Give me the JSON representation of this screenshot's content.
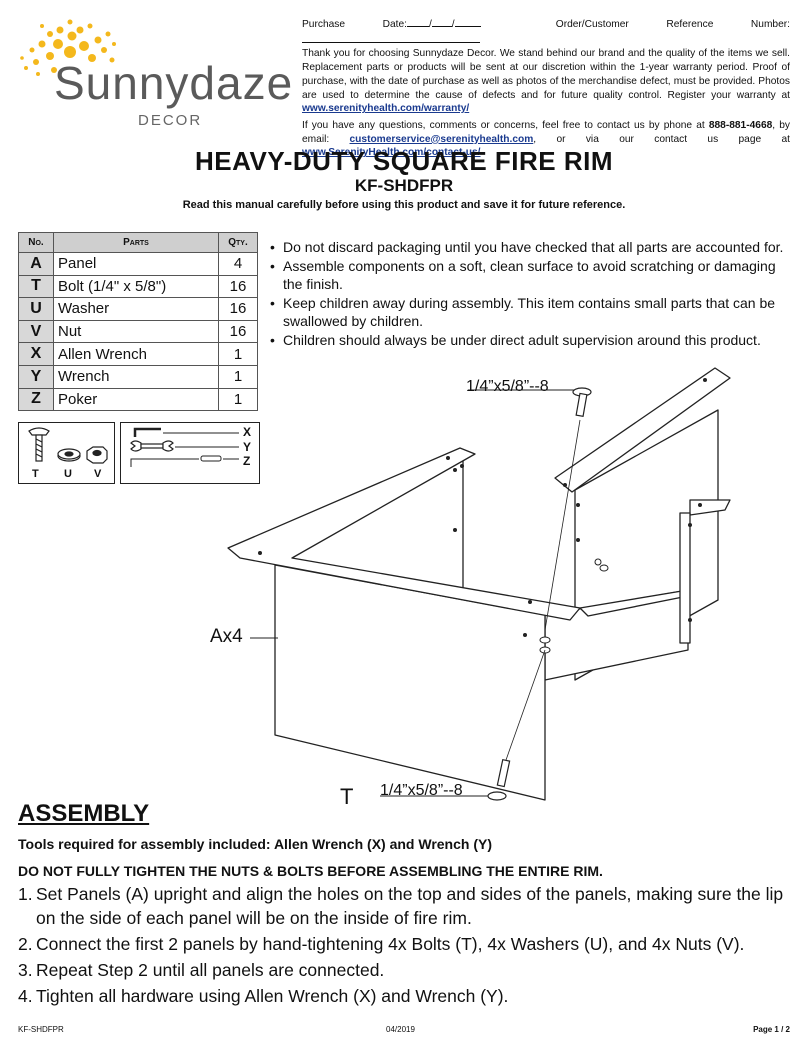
{
  "logo": {
    "brand": "Sunnydaze",
    "sub": "DECOR"
  },
  "header": {
    "purchase_date_label": "Purchase Date:",
    "order_ref_label": "Order/Customer Reference Number:",
    "warranty_text": "Thank you for choosing Sunnydaze Decor. We stand behind our brand and the quality of the items we sell. Replacement parts or products will be sent at our discretion within the 1-year warranty period. Proof of purchase, with the date of purchase as well as photos of the merchandise defect, must be provided. Photos are used to determine the cause of defects and for future quality control. Register your warranty at",
    "warranty_link": "www.serenityhealth.com/warranty/",
    "contact_text_1": "If you have any questions, comments or concerns, feel free to contact us by phone at",
    "phone": "888-881-4668",
    "contact_text_2": ", by email:",
    "email": "customerservice@serenityhealth.com",
    "contact_text_3": ", or via our contact us page at",
    "contact_link": "www.SerenityHealth.com/contact-us/"
  },
  "title": "HEAVY-DUTY SQUARE FIRE RIM",
  "model": "KF-SHDFPR",
  "read_note": "Read this manual carefully before using this product and save it for future reference.",
  "parts_table": {
    "headers": {
      "no": "No.",
      "parts": "Parts",
      "qty": "Qty."
    },
    "rows": [
      {
        "code": "A",
        "name": "Panel",
        "qty": "4"
      },
      {
        "code": "T",
        "name": "Bolt (1/4\" x 5/8\")",
        "qty": "16"
      },
      {
        "code": "U",
        "name": "Washer",
        "qty": "16"
      },
      {
        "code": "V",
        "name": "Nut",
        "qty": "16"
      },
      {
        "code": "X",
        "name": "Allen Wrench",
        "qty": "1"
      },
      {
        "code": "Y",
        "name": "Wrench",
        "qty": "1"
      },
      {
        "code": "Z",
        "name": "Poker",
        "qty": "1"
      }
    ]
  },
  "hardware_labels": {
    "t": "T",
    "u": "U",
    "v": "V",
    "x": "X",
    "y": "Y",
    "z": "Z"
  },
  "bullets": [
    "Do not discard packaging until you have checked that all parts are accounted for.",
    "Assemble components on a soft, clean surface to avoid scratching or damaging the finish.",
    "Keep children away during assembly. This item contains small parts that can be swallowed by children.",
    "Children should always be under direct adult supervision around this product."
  ],
  "diagram": {
    "callout_top": "1/4”x5/8”--8",
    "callout_panel": "Ax4",
    "callout_bottom_letter": "T",
    "callout_bottom": "1/4”x5/8”--8"
  },
  "assembly": {
    "heading": "ASSEMBLY",
    "tools_note": "Tools required for assembly included: Allen Wrench (X) and Wrench (Y)",
    "warning": "DO NOT FULLY TIGHTEN THE NUTS & BOLTS BEFORE ASSEMBLING THE ENTIRE RIM.",
    "steps": [
      {
        "num": "1.",
        "text": "Set Panels (A) upright and align the holes on the top and sides of the panels, making sure the lip on the side of each panel will be on the inside of fire rim."
      },
      {
        "num": "2.",
        "text": "Connect the first 2 panels by hand-tightening 4x Bolts (T), 4x Washers (U), and 4x Nuts (V)."
      },
      {
        "num": "3.",
        "text": "Repeat Step 2 until all panels are connected."
      },
      {
        "num": "4.",
        "text": "Tighten all hardware using Allen Wrench (X) and Wrench (Y)."
      }
    ]
  },
  "footer": {
    "model": "KF-SHDFPR",
    "date": "04/2019",
    "page": "Page 1 / 2"
  }
}
